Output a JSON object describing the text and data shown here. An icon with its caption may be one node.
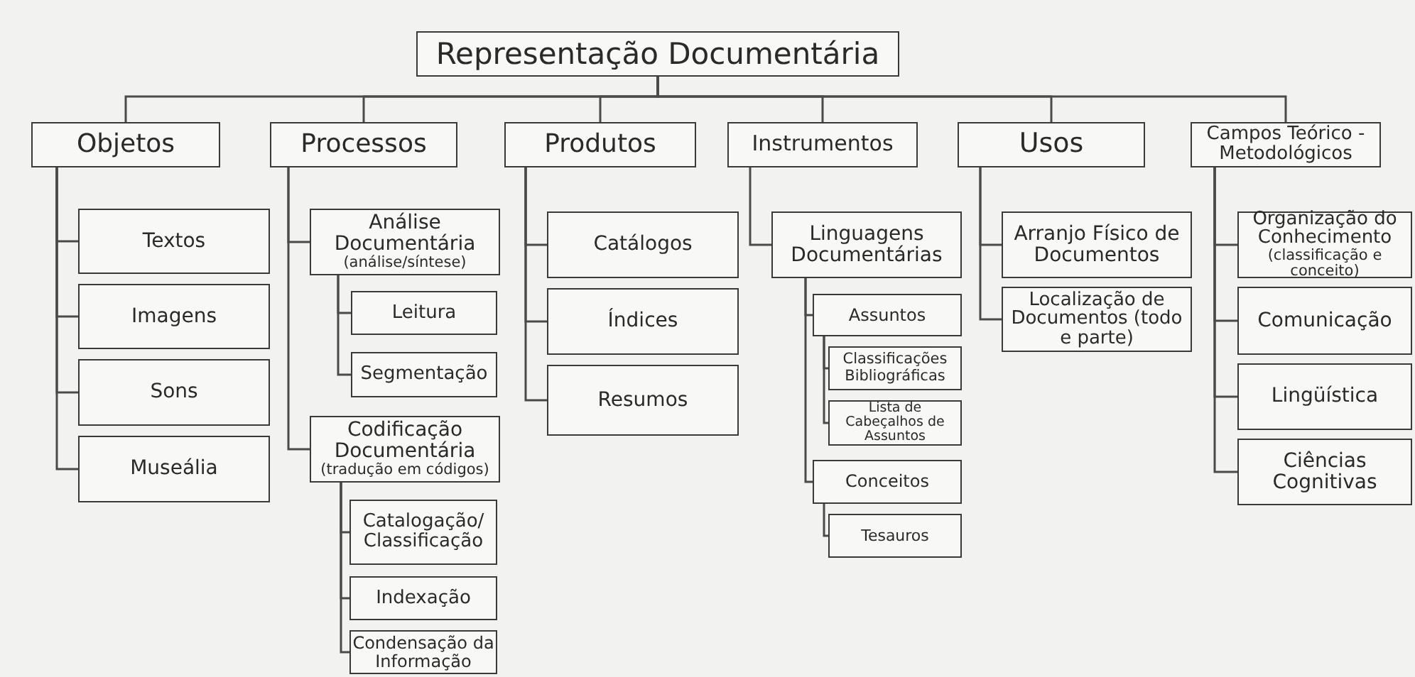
{
  "diagram": {
    "nodes": [
      {
        "text": [
          "Representação Documentária"
        ]
      },
      {
        "text": [
          "Objetos"
        ]
      },
      {
        "text": [
          "Processos"
        ]
      },
      {
        "text": [
          "Produtos"
        ]
      },
      {
        "text": [
          "Instrumentos"
        ]
      },
      {
        "text": [
          "Usos"
        ]
      },
      {
        "text": [
          "Campos Teórico - Metodológicos"
        ]
      },
      {
        "text": [
          "Textos"
        ]
      },
      {
        "text": [
          "Imagens"
        ]
      },
      {
        "text": [
          "Sons"
        ]
      },
      {
        "text": [
          "Museália"
        ]
      },
      {
        "text": [
          "Análise Documentária",
          "(análise/síntese)"
        ]
      },
      {
        "text": [
          "Leitura"
        ]
      },
      {
        "text": [
          "Segmentação"
        ]
      },
      {
        "text": [
          "Codificação Documentária",
          "(tradução em códigos)"
        ]
      },
      {
        "text": [
          "Catalogação/ Classificação"
        ]
      },
      {
        "text": [
          "Indexação"
        ]
      },
      {
        "text": [
          "Condensação da Informação"
        ]
      },
      {
        "text": [
          "Catálogos"
        ]
      },
      {
        "text": [
          "Índices"
        ]
      },
      {
        "text": [
          "Resumos"
        ]
      },
      {
        "text": [
          "Linguagens Documentárias"
        ]
      },
      {
        "text": [
          "Assuntos"
        ]
      },
      {
        "text": [
          "Classificações Bibliográficas"
        ]
      },
      {
        "text": [
          "Lista de Cabeçalhos de Assuntos"
        ]
      },
      {
        "text": [
          "Conceitos"
        ]
      },
      {
        "text": [
          "Tesauros"
        ]
      },
      {
        "text": [
          "Arranjo Físico de Documentos"
        ]
      },
      {
        "text": [
          "Localização de Documentos (todo e parte)"
        ]
      },
      {
        "text": [
          "Organização do Conhecimento",
          "(classificação e conceito)"
        ]
      },
      {
        "text": [
          "Comunicação"
        ]
      },
      {
        "text": [
          "Lingüística"
        ]
      },
      {
        "text": [
          "Ciências Cognitivas"
        ]
      }
    ],
    "edges": [
      {
        "from": 0,
        "to": 1,
        "arrow": "none"
      },
      {
        "from": 0,
        "to": 2,
        "arrow": "none"
      },
      {
        "from": 0,
        "to": 3,
        "arrow": "none"
      },
      {
        "from": 0,
        "to": 4,
        "arrow": "none"
      },
      {
        "from": 0,
        "to": 5,
        "arrow": "none"
      },
      {
        "from": 0,
        "to": 6,
        "arrow": "none"
      },
      {
        "from": 1,
        "to": 7,
        "arrow": "none"
      },
      {
        "from": 1,
        "to": 8,
        "arrow": "none"
      },
      {
        "from": 1,
        "to": 9,
        "arrow": "none"
      },
      {
        "from": 1,
        "to": 10,
        "arrow": "none"
      },
      {
        "from": 2,
        "to": 11,
        "arrow": "none"
      },
      {
        "from": 11,
        "to": 12,
        "arrow": "none"
      },
      {
        "from": 11,
        "to": 13,
        "arrow": "none"
      },
      {
        "from": 2,
        "to": 14,
        "arrow": "none"
      },
      {
        "from": 14,
        "to": 15,
        "arrow": "none"
      },
      {
        "from": 14,
        "to": 16,
        "arrow": "none"
      },
      {
        "from": 14,
        "to": 17,
        "arrow": "none"
      },
      {
        "from": 3,
        "to": 18,
        "arrow": "none"
      },
      {
        "from": 3,
        "to": 19,
        "arrow": "none"
      },
      {
        "from": 3,
        "to": 20,
        "arrow": "none"
      },
      {
        "from": 4,
        "to": 21,
        "arrow": "none"
      },
      {
        "from": 21,
        "to": 22,
        "arrow": "none"
      },
      {
        "from": 22,
        "to": 23,
        "arrow": "none"
      },
      {
        "from": 22,
        "to": 24,
        "arrow": "none"
      },
      {
        "from": 21,
        "to": 25,
        "arrow": "none"
      },
      {
        "from": 25,
        "to": 26,
        "arrow": "none"
      },
      {
        "from": 5,
        "to": 27,
        "arrow": "none"
      },
      {
        "from": 5,
        "to": 28,
        "arrow": "none"
      },
      {
        "from": 6,
        "to": 29,
        "arrow": "none"
      },
      {
        "from": 6,
        "to": 30,
        "arrow": "none"
      },
      {
        "from": 6,
        "to": 31,
        "arrow": "none"
      },
      {
        "from": 6,
        "to": 32,
        "arrow": "none"
      }
    ]
  }
}
